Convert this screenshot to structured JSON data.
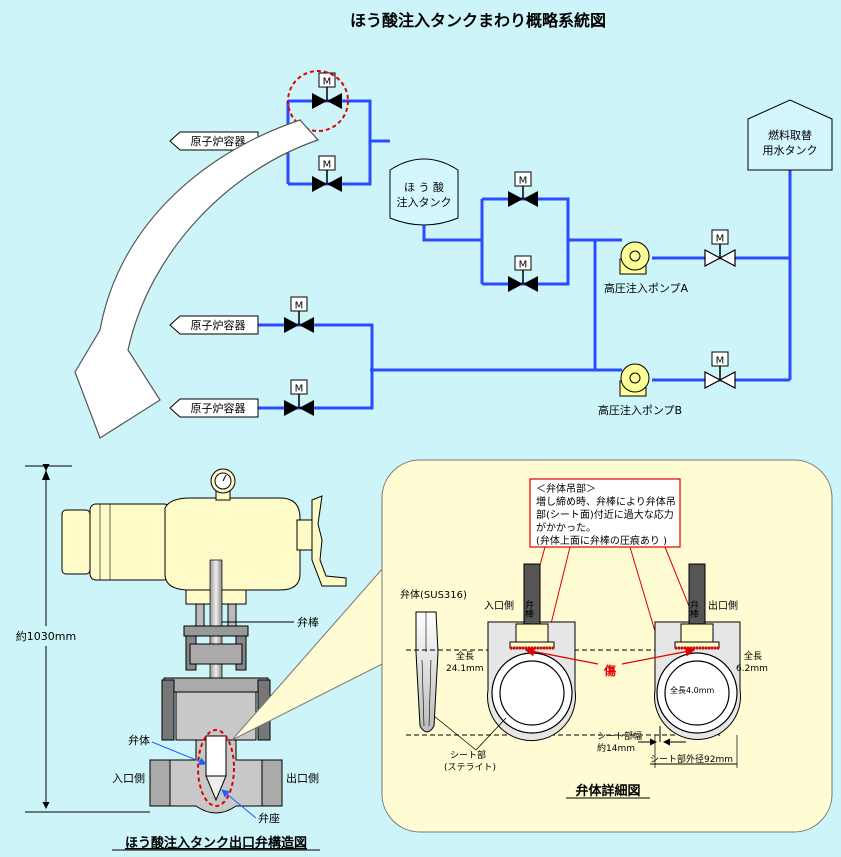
{
  "title": "ほう酸注入タンクまわり概略系統図",
  "motor_label": "M",
  "vessel_label": "原子炉容器",
  "tank": {
    "line1": "ほ う 酸",
    "line2": "注入タンク"
  },
  "fuel_tank": {
    "line1": "燃料取替",
    "line2": "用水タンク"
  },
  "pump_a": "高圧注入ポンプA",
  "pump_b": "高圧注入ポンプB",
  "overall_height": "約1030mm",
  "valve": {
    "stem": "弁棒",
    "body": "弁体",
    "seat": "弁座",
    "inlet": "入口側",
    "outlet": "出口側"
  },
  "valve_caption": "ほう酸注入タンク出口弁構造図",
  "detail": {
    "note": [
      "＜弁体吊部＞",
      "増し締め時、弁棒により弁体吊",
      "部(シート面)付近に過大な応力",
      "がかかった。",
      "(弁体上面に弁棒の圧痕あり )"
    ],
    "body_material": "弁体(SUS316)",
    "inlet": "入口側",
    "outlet": "出口側",
    "stem_vertical": "弁棒",
    "full_length_left": [
      "全長",
      "24.1mm"
    ],
    "full_length_right": [
      "全長",
      "6.2mm"
    ],
    "full_length_inner": "全長4.0mm",
    "flaw": "傷",
    "seat_part": [
      "シート部",
      "(ステライト)"
    ],
    "seat_width": [
      "シート部幅",
      "約14mm"
    ],
    "seat_outer": "シート部外径92mm",
    "caption": "弁体詳細図"
  }
}
